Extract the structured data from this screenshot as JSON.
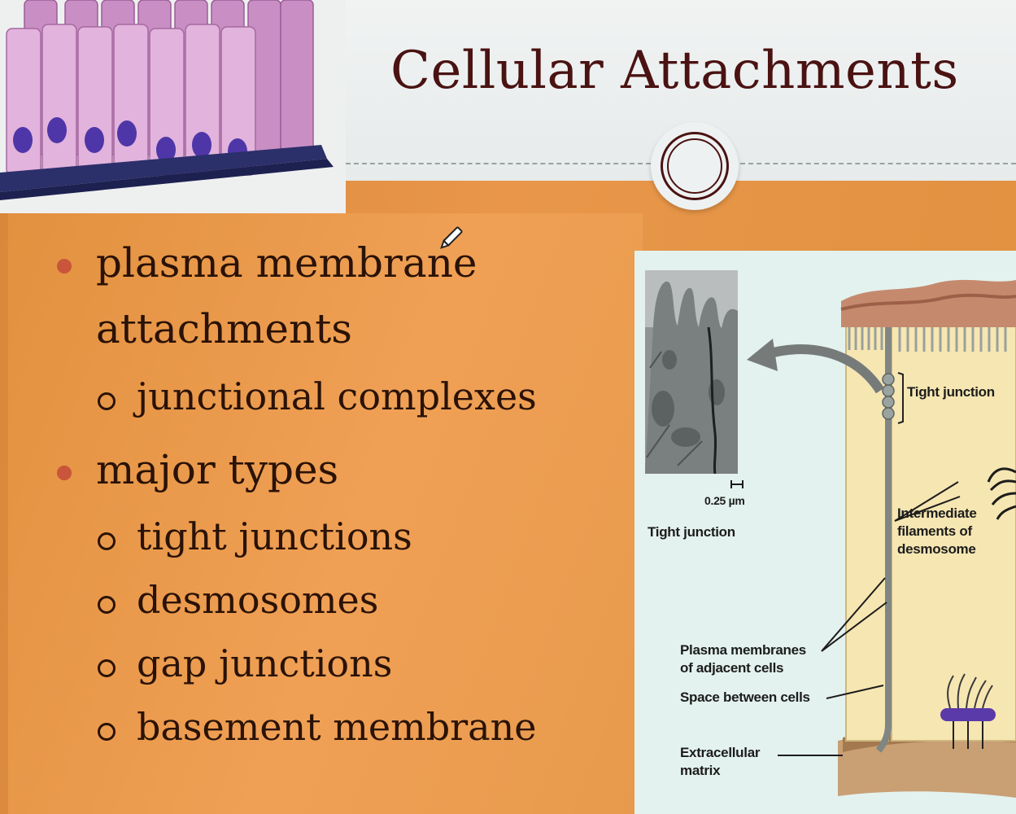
{
  "slide": {
    "title": "Cellular Attachments",
    "bullets": [
      {
        "text_line1": "plasma membrane",
        "text_line2": "attachments",
        "subitems": [
          "junctional complexes"
        ]
      },
      {
        "text_line1": "major types",
        "subitems": [
          "tight junctions",
          "desmosomes",
          "gap junctions",
          "basement membrane"
        ]
      }
    ]
  },
  "figure": {
    "scale_bar": "0.25 µm",
    "micrograph_caption": "Tight junction",
    "label_tight_junction": "Tight junction",
    "label_intermediate_filaments": [
      "Intermediate",
      "filaments of",
      "desmosome"
    ],
    "label_plasma_membranes": [
      "Plasma membranes",
      "of adjacent cells"
    ],
    "label_space_between": "Space between cells",
    "label_extracellular": [
      "Extracellular",
      "matrix"
    ]
  },
  "colors": {
    "title": "#4a1212",
    "orange": "#e9964a",
    "bullet_dot": "#c9553a",
    "cell_pink": "#d9a6d3",
    "nucleus": "#5a3a9a"
  },
  "icons": {
    "cursor": "pencil-cursor-icon",
    "ornament": "circle-ornament-icon"
  }
}
